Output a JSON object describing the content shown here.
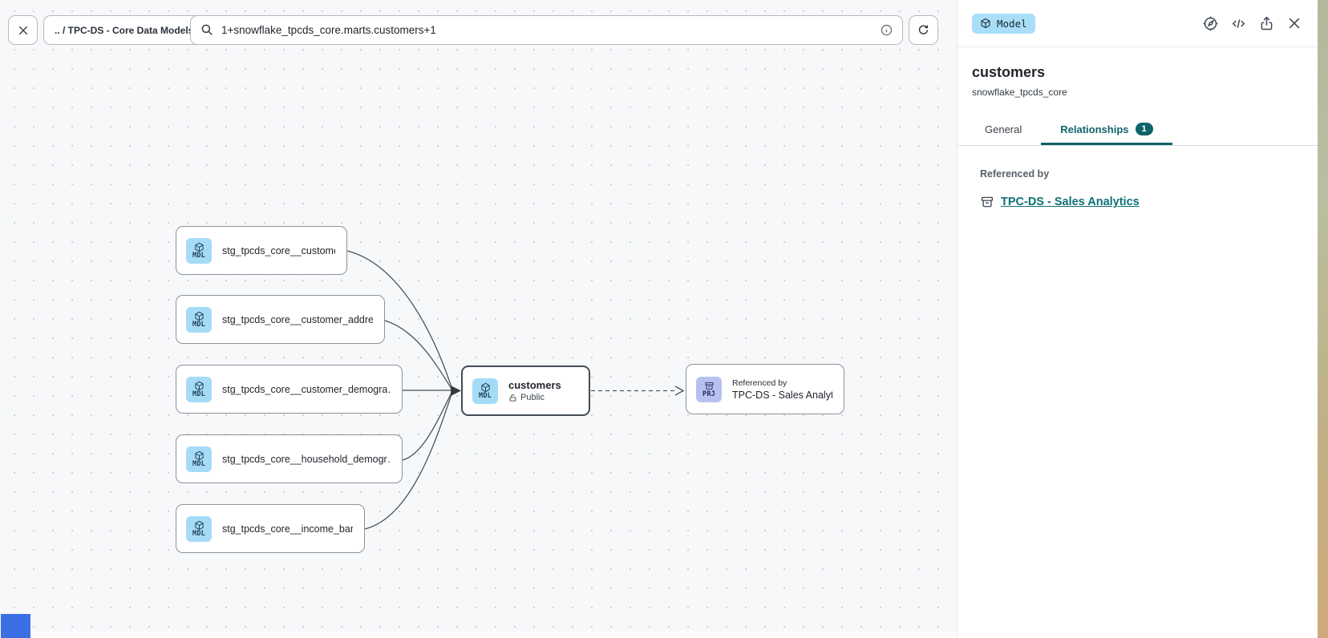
{
  "toolbar": {
    "breadcrumb": ".. / TPC-DS - Core Data Models",
    "search_value": "1+snowflake_tpcds_core.marts.customers+1"
  },
  "canvas": {
    "nodes": {
      "upstream": [
        {
          "badge": "MDL",
          "label": "stg_tpcds_core__customer"
        },
        {
          "badge": "MDL",
          "label": "stg_tpcds_core__customer_address"
        },
        {
          "badge": "MDL",
          "label": "stg_tpcds_core__customer_demogra…"
        },
        {
          "badge": "MDL",
          "label": "stg_tpcds_core__household_demogr…"
        },
        {
          "badge": "MDL",
          "label": "stg_tpcds_core__income_band"
        }
      ],
      "selected": {
        "badge": "MDL",
        "label": "customers",
        "access": "Public"
      },
      "downstream": {
        "badge": "PRJ",
        "kicker": "Referenced by",
        "label": "TPC-DS - Sales Analytics"
      }
    }
  },
  "panel": {
    "type_badge": "Model",
    "title": "customers",
    "subtitle": "snowflake_tpcds_core",
    "tabs": {
      "general": "General",
      "relationships": "Relationships",
      "relationships_count": "1"
    },
    "referenced_by_heading": "Referenced by",
    "referenced_by_link": "TPC-DS - Sales Analytics"
  },
  "colors": {
    "accent_teal": "#11636a",
    "link_teal": "#0f7077",
    "model_icon_bg": "#a5dbf7",
    "project_icon_bg": "#b7c1f0",
    "model_badge_bg": "#a9def9"
  }
}
